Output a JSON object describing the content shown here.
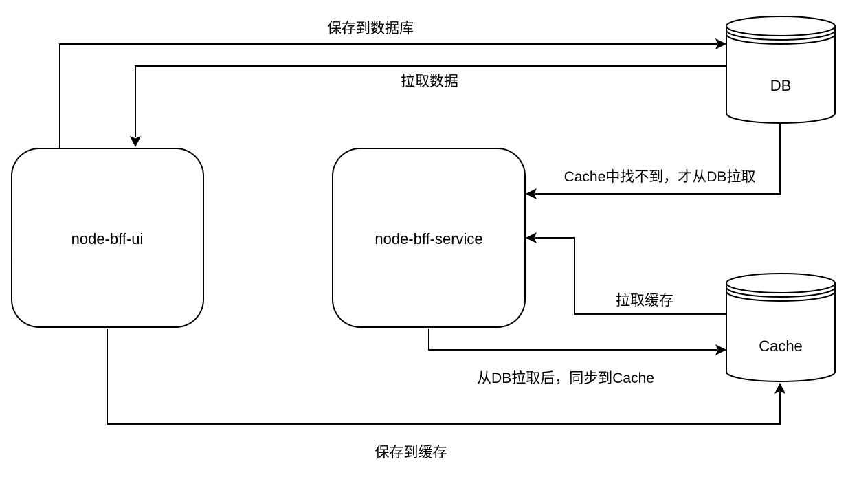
{
  "diagram": {
    "nodes": {
      "ui": {
        "label": "node-bff-ui"
      },
      "service": {
        "label": "node-bff-service"
      },
      "db": {
        "label": "DB"
      },
      "cache": {
        "label": "Cache"
      }
    },
    "edges": {
      "ui_to_db": {
        "label": "保存到数据库"
      },
      "db_to_ui": {
        "label": "拉取数据"
      },
      "db_to_service": {
        "label": "Cache中找不到，才从DB拉取"
      },
      "cache_to_service": {
        "label": "拉取缓存"
      },
      "service_to_cache": {
        "label": "从DB拉取后，同步到Cache"
      },
      "ui_to_cache": {
        "label": "保存到缓存"
      }
    }
  }
}
